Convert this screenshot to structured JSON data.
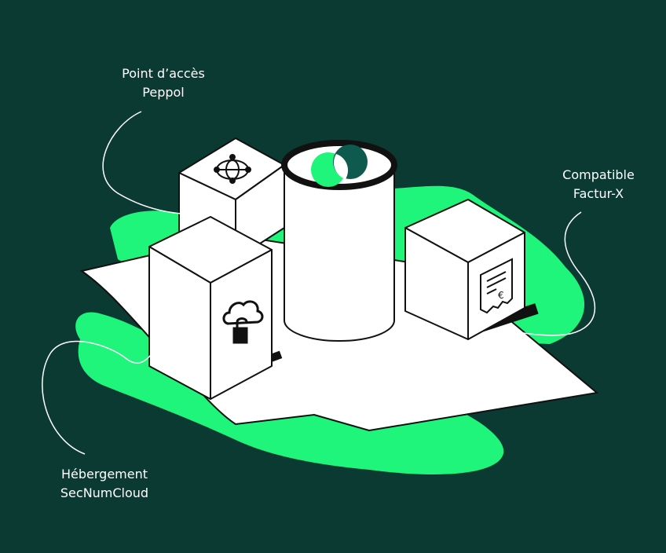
{
  "colors": {
    "background": "#0b3a32",
    "accent_green": "#1ef57a",
    "dark_teal": "#0f5a4e",
    "line": "#111111",
    "surface": "#ffffff"
  },
  "labels": {
    "peppol": {
      "line1": "Point d’accès",
      "line2": "Peppol"
    },
    "facturx": {
      "line1": "Compatible",
      "line2": "Factur-X"
    },
    "secnumcloud": {
      "line1": "Hébergement",
      "line2": "SecNumCloud"
    }
  },
  "icons": {
    "peppol_box": "network-globe-icon",
    "cylinder_top": "overlapping-circles-logo",
    "facturx_box": "receipt-euro-icon",
    "secnum_box": "cloud-lock-icon"
  }
}
